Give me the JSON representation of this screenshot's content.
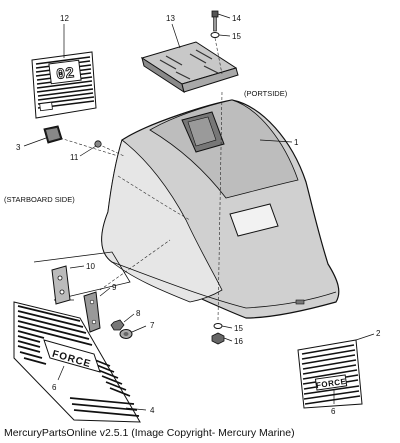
{
  "diagram": {
    "callouts": [
      {
        "id": "c12",
        "text": "12"
      },
      {
        "id": "c13",
        "text": "13"
      },
      {
        "id": "c14",
        "text": "14"
      },
      {
        "id": "c15a",
        "text": "15"
      },
      {
        "id": "c3",
        "text": "3"
      },
      {
        "id": "c11",
        "text": "11"
      },
      {
        "id": "c1",
        "text": "1"
      },
      {
        "id": "c10",
        "text": "10"
      },
      {
        "id": "c9",
        "text": "9"
      },
      {
        "id": "c8",
        "text": "8"
      },
      {
        "id": "c7",
        "text": "7"
      },
      {
        "id": "c15b",
        "text": "15"
      },
      {
        "id": "c16",
        "text": "16"
      },
      {
        "id": "c2",
        "text": "2"
      },
      {
        "id": "c6a",
        "text": "6"
      },
      {
        "id": "c4",
        "text": "4"
      },
      {
        "id": "c6b",
        "text": "6"
      }
    ],
    "side_labels": {
      "portside": "(PORTSIDE)",
      "starboard": "(STARBOARD SIDE)"
    },
    "decal_number": "02",
    "brand_text": "FORCE"
  },
  "footer": {
    "caption": "MercuryPartsOnline v2.5.1 (Image Copyright- Mercury Marine)"
  }
}
